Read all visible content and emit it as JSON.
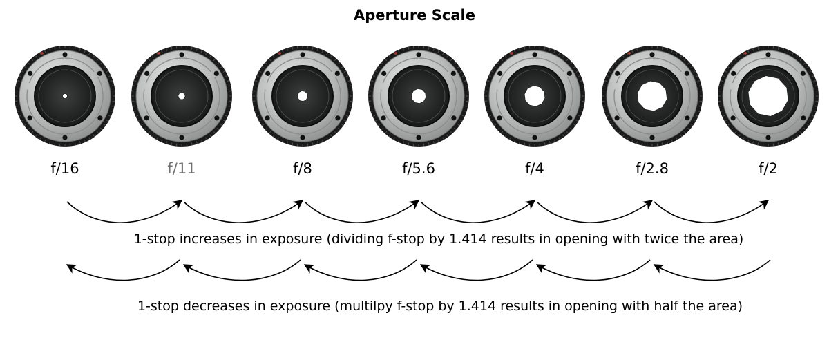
{
  "title": "Aperture Scale",
  "lenses": [
    {
      "fstop": "f/16",
      "opening_fraction": 0.09,
      "label_color": "#000000"
    },
    {
      "fstop": "f/11",
      "opening_fraction": 0.13,
      "label_color": "#707070"
    },
    {
      "fstop": "f/8",
      "opening_fraction": 0.19,
      "label_color": "#000000"
    },
    {
      "fstop": "f/5.6",
      "opening_fraction": 0.27,
      "label_color": "#000000"
    },
    {
      "fstop": "f/4",
      "opening_fraction": 0.38,
      "label_color": "#000000"
    },
    {
      "fstop": "f/2.8",
      "opening_fraction": 0.55,
      "label_color": "#000000"
    },
    {
      "fstop": "f/2",
      "opening_fraction": 0.74,
      "label_color": "#000000"
    }
  ],
  "increase_caption": "1-stop increases in exposure (dividing f-stop by 1.414 results in opening with twice the area)",
  "decrease_caption": "1-stop decreases in exposure (multilpy f-stop by 1.414 results in opening with half the area)",
  "colors": {
    "ring": "#1a1a1a",
    "mount": "#b9bcbb",
    "barrel": "#2b2d2c",
    "arrow": "#000000"
  }
}
